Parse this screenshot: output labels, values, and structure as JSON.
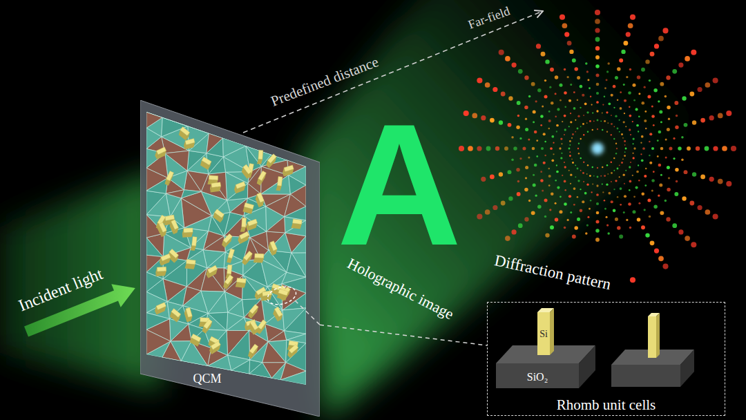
{
  "diagram": {
    "nodes": [
      {
        "text": [
          "QCM"
        ]
      },
      {
        "text": [
          "Rhomb unit cells"
        ]
      }
    ],
    "edges": [
      {
        "from": 0,
        "to": 1,
        "arrow": "none"
      }
    ],
    "labels": [
      "Incident light",
      "Predefined distance",
      "Far-field",
      "A",
      "Holographic image",
      "Diffraction pattern",
      "Si",
      "SiO₂"
    ]
  }
}
